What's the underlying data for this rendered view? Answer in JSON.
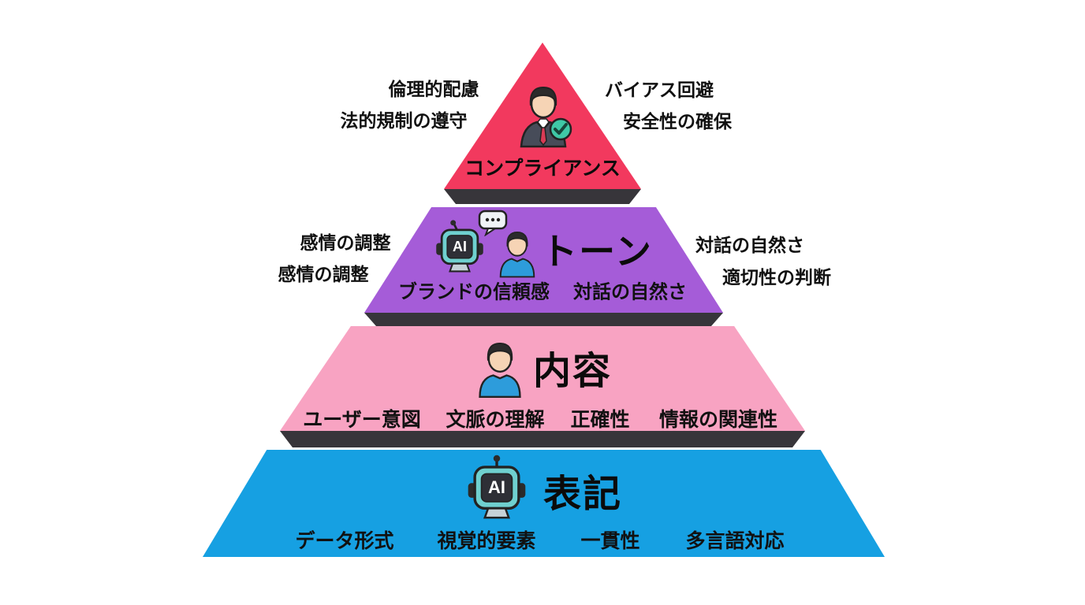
{
  "diagram": {
    "background_color": "#ffffff",
    "shadow_color": "#37353a",
    "levels": [
      {
        "id": "compliance",
        "title": "コンプライアンス",
        "color": "#F2395E",
        "icon": "businessman-check-icon",
        "left_labels": [
          "倫理的配慮",
          "法的規制の遵守"
        ],
        "right_labels": [
          "バイアス回避",
          "安全性の確保"
        ],
        "inner_labels": []
      },
      {
        "id": "tone",
        "title": "トーン",
        "color": "#A55CD8",
        "icon": "ai-robot-chat-person-icon",
        "icon_text": "AI",
        "left_labels": [
          "感情の調整",
          "感情の調整"
        ],
        "right_labels": [
          "対話の自然さ",
          "適切性の判断"
        ],
        "inner_labels": [
          "ブランドの信頼感",
          "対話の自然さ"
        ]
      },
      {
        "id": "content",
        "title": "内容",
        "color": "#F8A3C2",
        "icon": "person-icon",
        "left_labels": [],
        "right_labels": [],
        "inner_labels": [
          "ユーザー意図",
          "文脈の理解",
          "正確性",
          "情報の関連性"
        ]
      },
      {
        "id": "notation",
        "title": "表記",
        "color": "#16A0E2",
        "icon": "ai-robot-icon",
        "icon_text": "AI",
        "left_labels": [],
        "right_labels": [],
        "inner_labels": [
          "データ形式",
          "視覚的要素",
          "一貫性",
          "多言語対応"
        ]
      }
    ]
  }
}
